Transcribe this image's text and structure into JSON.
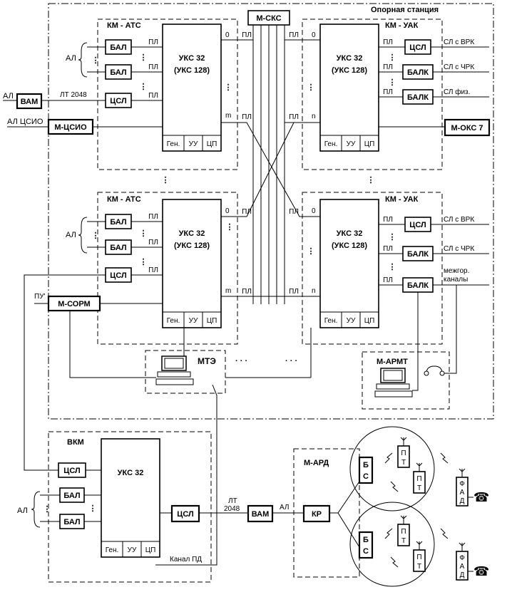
{
  "station_title": "Опорная станция",
  "mscs": "М-СКС",
  "km_atc": "КМ - АТС",
  "km_uak": "КМ - УАК",
  "uks32": "УКС 32",
  "uks128": "(УКС 128)",
  "gen": "Ген.",
  "uu": "УУ",
  "cp": "ЦП",
  "bal": "БАЛ",
  "csl": "ЦСЛ",
  "balk": "БАЛК",
  "vam": "ВАМ",
  "m_csio": "М-ЦСИО",
  "m_oks7": "М-ОКС 7",
  "m_sorm": "М-СОРМ",
  "mte": "МТЭ",
  "m_armt": "М-АРМТ",
  "vkm": "ВКМ",
  "m_ard": "М-АРД",
  "kr": "КР",
  "bs": "Б С",
  "pt": "П Т",
  "fad": "Ф А Д",
  "pl": "ПЛ",
  "al": "АЛ",
  "al_csio": "АЛ ЦСИО",
  "lt2048": "ЛТ 2048",
  "lt": "ЛТ",
  "n2048": "2048",
  "pu": "ПУ'",
  "sl_vrk": "СЛ с ВРК",
  "sl_chrk": "СЛ с ЧРК",
  "sl_fiz": "СЛ физ.",
  "mezhgor": "межгор.",
  "kanaly": "каналы",
  "kanal_pd": "Канал ПД",
  "port_0": "0",
  "port_m": "m",
  "port_n": "n",
  "dots_h": "· · ·",
  "dots_v": "⋮",
  "colors": {
    "line": "#000000",
    "background": "#ffffff"
  },
  "icons": [
    "computer-icon",
    "phone-icon",
    "antenna-icon",
    "handset-icon",
    "radio-link-icon"
  ]
}
